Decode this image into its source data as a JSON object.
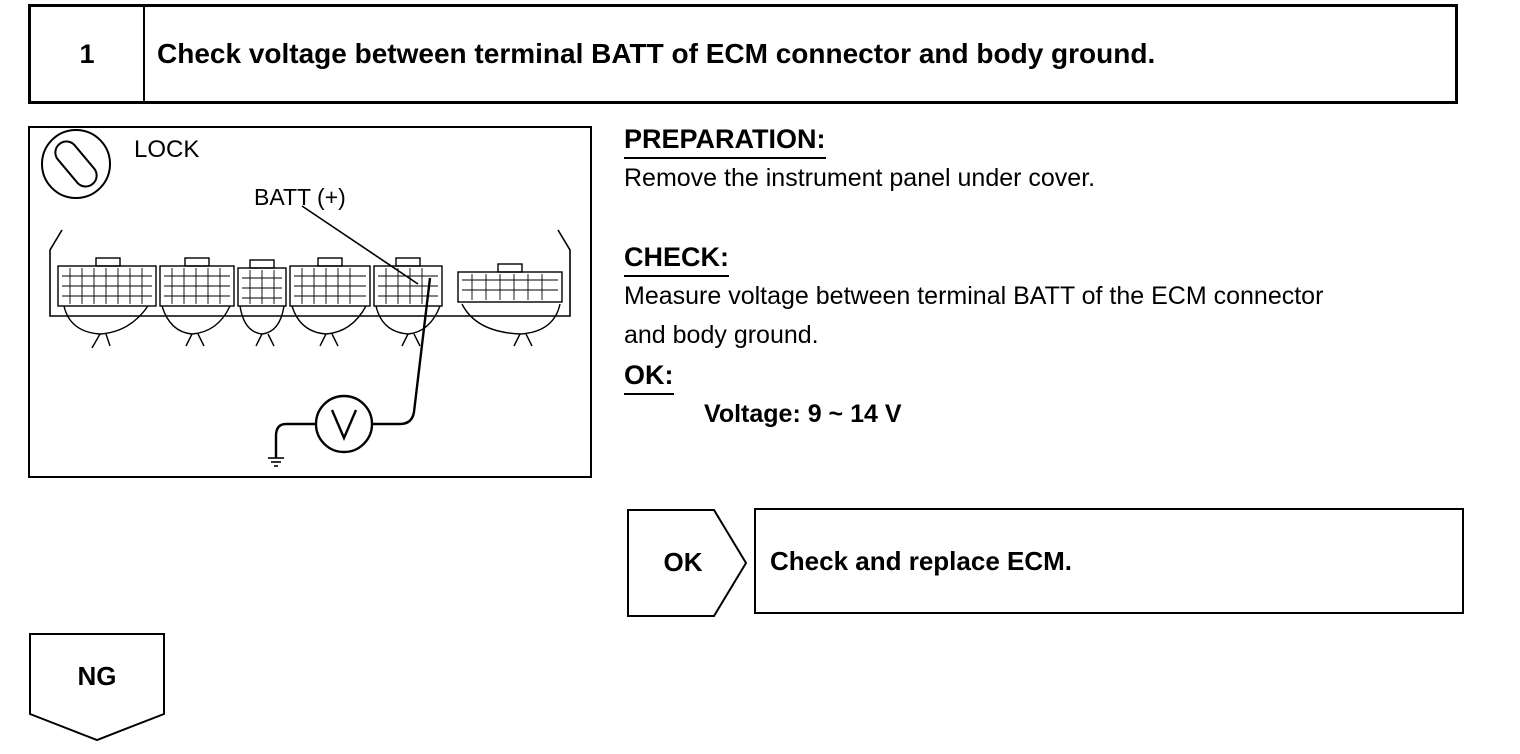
{
  "step": {
    "number": "1",
    "title": "Check voltage between terminal BATT of ECM connector and body ground."
  },
  "illustration": {
    "lock_label": "LOCK",
    "terminal_label": "BATT (+)",
    "meter_symbol": "V",
    "icons": [
      "ignition-key-lock-icon",
      "voltmeter-icon",
      "ground-symbol-icon",
      "ecm-connector-icon"
    ]
  },
  "preparation": {
    "heading": "PREPARATION:",
    "text": "Remove the instrument panel under cover."
  },
  "check": {
    "heading": "CHECK:",
    "line1": "Measure voltage between terminal BATT of the ECM connector",
    "line2": "and body ground."
  },
  "ok_spec": {
    "heading": "OK:",
    "value": "Voltage: 9 ~ 14 V"
  },
  "ok_branch": {
    "label": "OK",
    "action": "Check and replace ECM."
  },
  "ng_branch": {
    "label": "NG"
  }
}
